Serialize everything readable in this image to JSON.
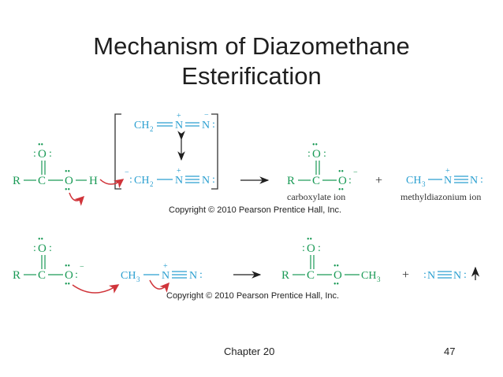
{
  "slide": {
    "title_line1": "Mechanism of Diazomethane",
    "title_line2": "Esterification",
    "copyright_1": "Copyright © 2010 Pearson Prentice Hall, Inc.",
    "copyright_2": "Copyright © 2010 Pearson Prentice Hall, Inc.",
    "footer_chapter": "Chapter 20",
    "footer_page": "47"
  },
  "labels": {
    "carboxylate": "carboxylate ion",
    "methyldiazonium": "methyldiazonium ion"
  },
  "chem": {
    "R": "R",
    "C": "C",
    "O": "O",
    "H": "H",
    "N": "N",
    "CH": "CH",
    "sub2": "2",
    "sub3": "3",
    "plus": "+",
    "minus": "−",
    "dots": "••",
    "colon": ":"
  },
  "colors": {
    "green": "#1a9a56",
    "teal": "#2a9fd0",
    "arrow_red": "#d0343a",
    "black": "#1f1f1f"
  }
}
